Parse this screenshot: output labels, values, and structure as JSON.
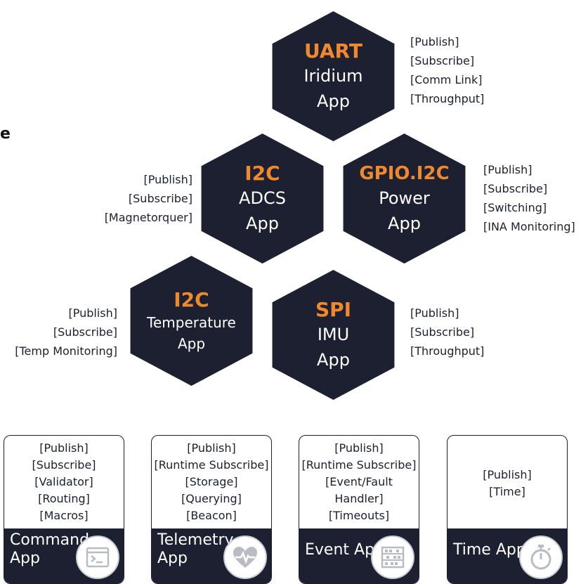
{
  "cut_text": "e",
  "hexagons": {
    "uart": {
      "proto": "UART",
      "name": "Iridium",
      "app": "App",
      "tags": [
        "[Publish]",
        "[Subscribe]",
        "[Comm Link]",
        "[Throughput]"
      ]
    },
    "adcs": {
      "proto": "I2C",
      "name": "ADCS",
      "app": "App",
      "tags": [
        "[Publish]",
        "[Subscribe]",
        "[Magnetorquer]"
      ]
    },
    "power": {
      "proto": "GPIO.I2C",
      "name": "Power",
      "app": "App",
      "tags": [
        "[Publish]",
        "[Subscribe]",
        "[Switching]",
        "[INA Monitoring]"
      ]
    },
    "temperature": {
      "proto": "I2C",
      "name": "Temperature",
      "app": "App",
      "tags": [
        "[Publish]",
        "[Subscribe]",
        "[Temp Monitoring]"
      ]
    },
    "imu": {
      "proto": "SPI",
      "name": "IMU",
      "app": "App",
      "tags": [
        "[Publish]",
        "[Subscribe]",
        "[Throughput]"
      ]
    }
  },
  "cards": {
    "command": {
      "items": [
        "[Publish]",
        "[Subscribe]",
        "[Validator]",
        "[Routing]",
        "[Macros]"
      ],
      "label_line1": "Command",
      "label_line2": "App",
      "icon": "terminal-icon"
    },
    "telemetry": {
      "items": [
        "[Publish]",
        "[Runtime Subscribe]",
        "[Storage]",
        "[Querying]",
        "[Beacon]"
      ],
      "label_line1": "Telemetry",
      "label_line2": "App",
      "icon": "heart-pulse-icon"
    },
    "event": {
      "items": [
        "[Publish]",
        "[Runtime Subscribe]",
        "[Event/Fault",
        "Handler]",
        "[Timeouts]"
      ],
      "label_line1": "Event App",
      "icon": "abacus-icon"
    },
    "time": {
      "items": [
        "[Publish]",
        "[Time]"
      ],
      "label_line1": "Time App",
      "icon": "stopwatch-icon"
    }
  },
  "colors": {
    "hex_fill": "#1c2030",
    "accent": "#f0882e"
  }
}
